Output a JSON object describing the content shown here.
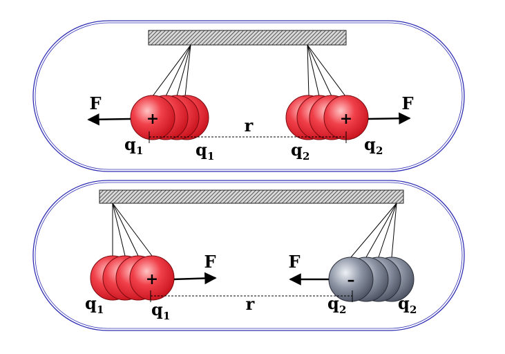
{
  "panels": [
    {
      "id": "repulsion",
      "ball_left": {
        "sign": "+",
        "charge": "q",
        "sub": "1",
        "color": "red"
      },
      "ball_right": {
        "sign": "+",
        "charge": "q",
        "sub": "2",
        "color": "red"
      },
      "force_left_label": "F",
      "force_right_label": "F",
      "distance_label": "r",
      "charge_labels": {
        "q1_outer": {
          "q": "q",
          "sub": "1"
        },
        "q1_inner": {
          "q": "q",
          "sub": "1"
        },
        "q2_inner": {
          "q": "q",
          "sub": "2"
        },
        "q2_outer": {
          "q": "q",
          "sub": "2"
        }
      }
    },
    {
      "id": "attraction",
      "ball_left": {
        "sign": "+",
        "charge": "q",
        "sub": "1",
        "color": "red"
      },
      "ball_right": {
        "sign": "–",
        "charge": "q",
        "sub": "2",
        "color": "gray"
      },
      "force_left_label": "F",
      "force_right_label": "F",
      "distance_label": "r",
      "charge_labels": {
        "q1_outer": {
          "q": "q",
          "sub": "1"
        },
        "q1_inner": {
          "q": "q",
          "sub": "1"
        },
        "q2_inner": {
          "q": "q",
          "sub": "2"
        },
        "q2_outer": {
          "q": "q",
          "sub": "2"
        }
      }
    }
  ],
  "colors": {
    "frame": "#2d2db4",
    "ball_red": "#e8202a",
    "ball_red_light": "#ffb0b0",
    "ball_gray": "#6e7585",
    "ball_gray_light": "#e2e6ee",
    "ceiling_fill": "#8a8a8a"
  }
}
